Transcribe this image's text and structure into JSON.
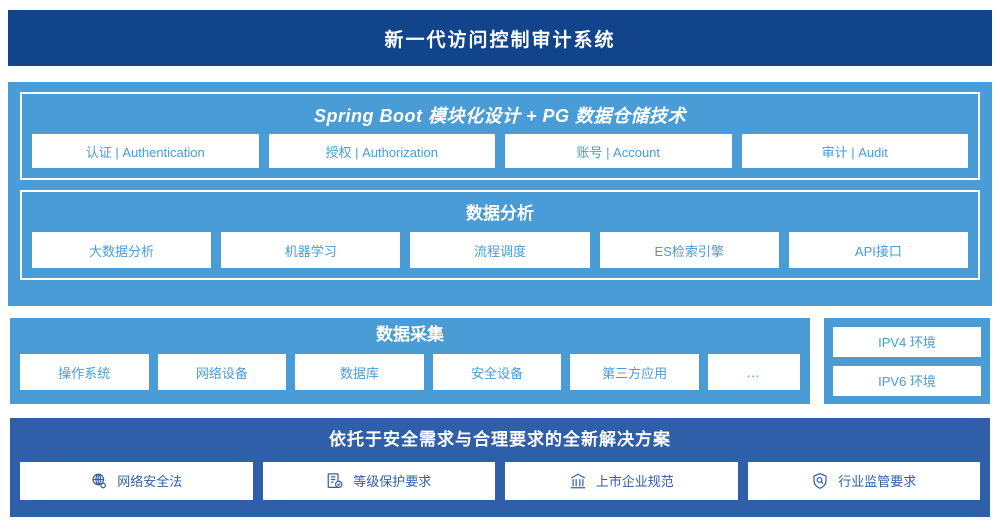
{
  "header": {
    "title": "新一代访问控制审计系统",
    "background_color": "#12448c"
  },
  "colors": {
    "panel_blue": "#4a9cd6",
    "deep_blue": "#2f5fa8",
    "navy": "#12448c",
    "chip_white": "#ffffff"
  },
  "application_layer": {
    "spring_group": {
      "title": "Spring Boot 模块化设计 + PG 数据仓储技术",
      "items": [
        {
          "label": "认证 | Authentication"
        },
        {
          "label": "授权 | Authorization"
        },
        {
          "label": "账号 | Account"
        },
        {
          "label": "审计 | Audit"
        }
      ]
    },
    "analysis_group": {
      "title": "数据分析",
      "items": [
        {
          "label": "大数据分析"
        },
        {
          "label": "机器学习"
        },
        {
          "label": "流程调度"
        },
        {
          "label": "ES检索引擎"
        },
        {
          "label": "API接口"
        }
      ]
    }
  },
  "collection_layer": {
    "title": "数据采集",
    "items": [
      {
        "label": "操作系统"
      },
      {
        "label": "网络设备"
      },
      {
        "label": "数据库"
      },
      {
        "label": "安全设备"
      },
      {
        "label": "第三方应用"
      },
      {
        "label": "…"
      }
    ]
  },
  "environment_panel": {
    "items": [
      {
        "label": "IPV4 环境"
      },
      {
        "label": "IPV6 环境"
      }
    ]
  },
  "compliance_layer": {
    "title": "依托于安全需求与合理要求的全新解决方案",
    "items": [
      {
        "label": "网络安全法",
        "icon": "globe-network-icon"
      },
      {
        "label": "等级保护要求",
        "icon": "document-check-icon"
      },
      {
        "label": "上市企业规范",
        "icon": "bank-building-icon"
      },
      {
        "label": "行业监管要求",
        "icon": "shield-search-icon"
      }
    ]
  }
}
